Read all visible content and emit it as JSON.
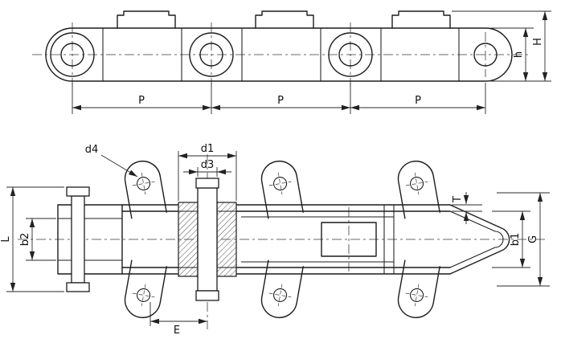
{
  "colors": {
    "line": "#1c1c1c",
    "background": "#ffffff",
    "dimension": "#2a2a2a"
  },
  "top_view": {
    "pitch_labels": [
      "P",
      "P",
      "P"
    ],
    "overall_height_label": "H",
    "plate_height_label": "h"
  },
  "bottom_view": {
    "attachment_hole_dia_label": "d4",
    "roller_dia_label": "d1",
    "pin_dia_label": "d3",
    "plate_thickness_label": "T",
    "inner_width_label": "b1",
    "fork_inner_width_label": "b2",
    "overall_pin_length_label": "L",
    "attachment_gauge_label": "G",
    "end_offset_label": "E"
  }
}
